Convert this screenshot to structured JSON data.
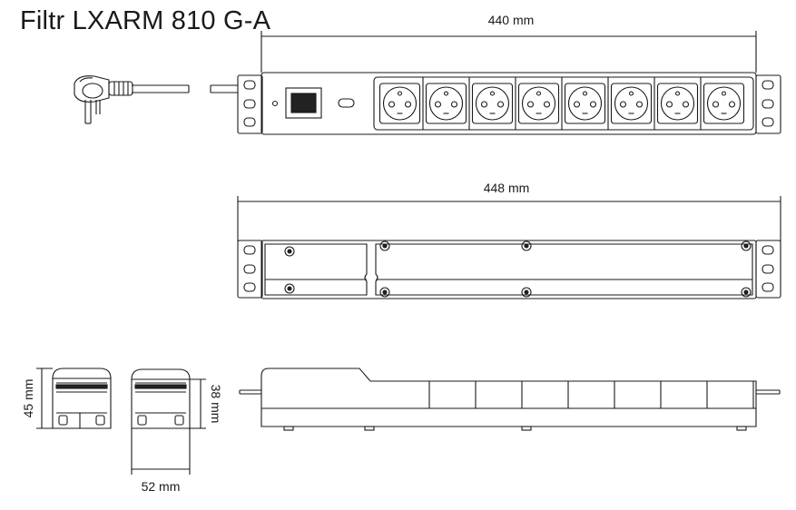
{
  "title": "Filtr LXARM 810 G-A",
  "dimensions": {
    "front_width": "440 mm",
    "top_width": "448 mm",
    "height_45": "45 mm",
    "height_38": "38 mm",
    "depth_52": "52 mm"
  },
  "front_view": {
    "socket_count": 8,
    "has_switch": true
  },
  "top_view": {
    "screw_count": 8
  },
  "side_view": {
    "socket_segments": 7
  }
}
